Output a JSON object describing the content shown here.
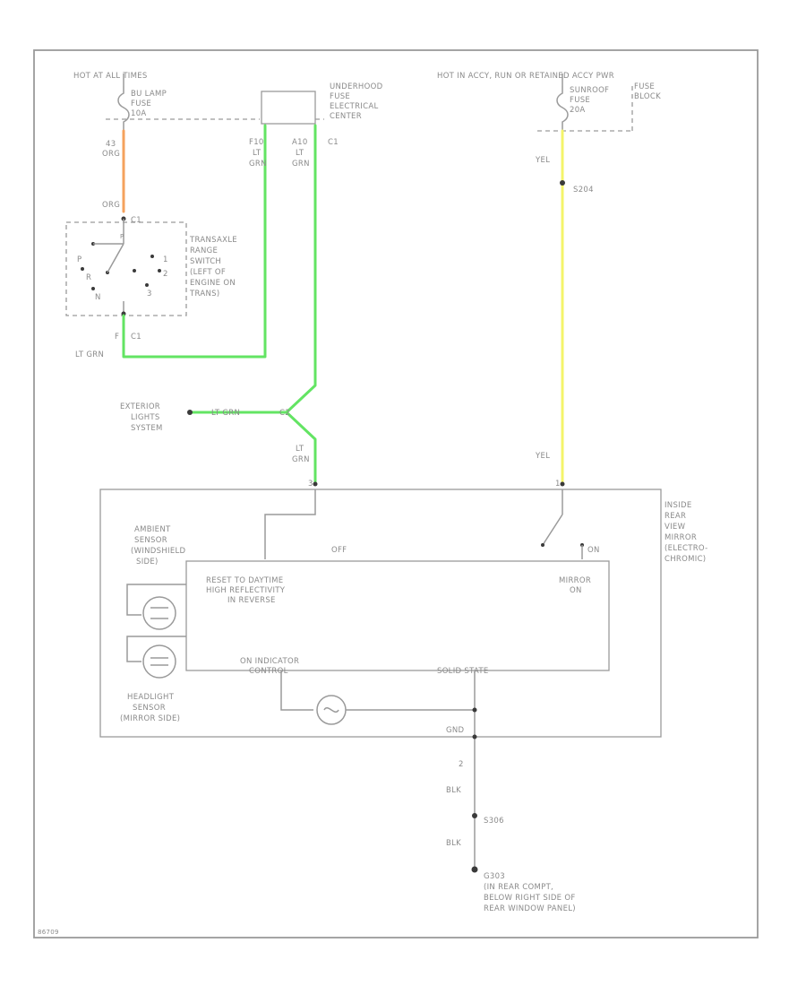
{
  "diagram": {
    "colors": {
      "orange": "#f5a25d",
      "green": "#63e463",
      "yellow": "#f4f46a",
      "line": "#9a9a9a",
      "text": "#8a8a8a"
    },
    "power_left": {
      "label": "HOT AT ALL TIMES",
      "fuse": [
        "BU LAMP",
        "FUSE",
        "10A"
      ]
    },
    "underhood_center": [
      "UNDERHOOD",
      "FUSE",
      "ELECTRICAL",
      "CENTER"
    ],
    "power_right": {
      "label": "HOT IN ACCY, RUN OR RETAINED ACCY PWR",
      "fuse": [
        "SUNROOF",
        "FUSE",
        "20A"
      ],
      "block": [
        "FUSE",
        "BLOCK"
      ]
    },
    "wires": {
      "w_orange_top": [
        "43",
        "ORG"
      ],
      "w_orange_bot": "ORG",
      "w_c1_left": "C1",
      "w_ltgrn1": [
        "F10",
        "LT",
        "GRN"
      ],
      "w_ltgrn2": [
        "A10",
        "LT",
        "GRN"
      ],
      "w_c1_right": "C1",
      "w_yel_top": "YEL",
      "w_yel_bot": "YEL",
      "w_ltgrn_bot": [
        "LT",
        "GRN"
      ],
      "w_ltgrn_ext": "LT GRN",
      "w_ltgrn_left": "LT GRN",
      "w_f_c1": [
        "F",
        "C1"
      ],
      "w_blk1": "BLK",
      "w_blk2": "BLK"
    },
    "switch": {
      "label": [
        "TRANSAXLE",
        "RANGE",
        "SWITCH",
        "(LEFT OF",
        "ENGINE ON",
        "TRANS)"
      ],
      "positions": [
        "P",
        "R",
        "N",
        "D",
        "3",
        "2",
        "1"
      ],
      "pin": "C1"
    },
    "splice_c": "C2",
    "s_yel": "S204",
    "exterior": [
      "EXTERIOR",
      "LIGHTS",
      "SYSTEM"
    ],
    "mirror": {
      "label": [
        "INSIDE",
        "REAR",
        "VIEW",
        "MIRROR",
        "(ELECTRO-",
        "CHROMIC)"
      ],
      "pin_left": "3",
      "pin_right": "1",
      "off": "OFF",
      "on": "ON",
      "reset": [
        "RESET TO DAYTIME",
        "HIGH REFLECTIVITY",
        "IN REVERSE"
      ],
      "mirror_on": [
        "MIRROR",
        "ON"
      ],
      "ambient": [
        "AMBIENT",
        "SENSOR",
        "(WINDSHIELD",
        "SIDE)"
      ],
      "headlight": [
        "HEADLIGHT",
        "SENSOR",
        "(MIRROR SIDE)"
      ],
      "indicator": [
        "ON INDICATOR",
        "CONTROL"
      ],
      "solid_state": "SOLID STATE",
      "gnd": "GND",
      "gnd_pin": "2"
    },
    "splice_blk": "S306",
    "ground": {
      "id": "G303",
      "desc": [
        "(IN REAR COMPT,",
        "BELOW RIGHT SIDE OF",
        "REAR WINDOW PANEL)"
      ]
    },
    "figure_id": "86709"
  }
}
